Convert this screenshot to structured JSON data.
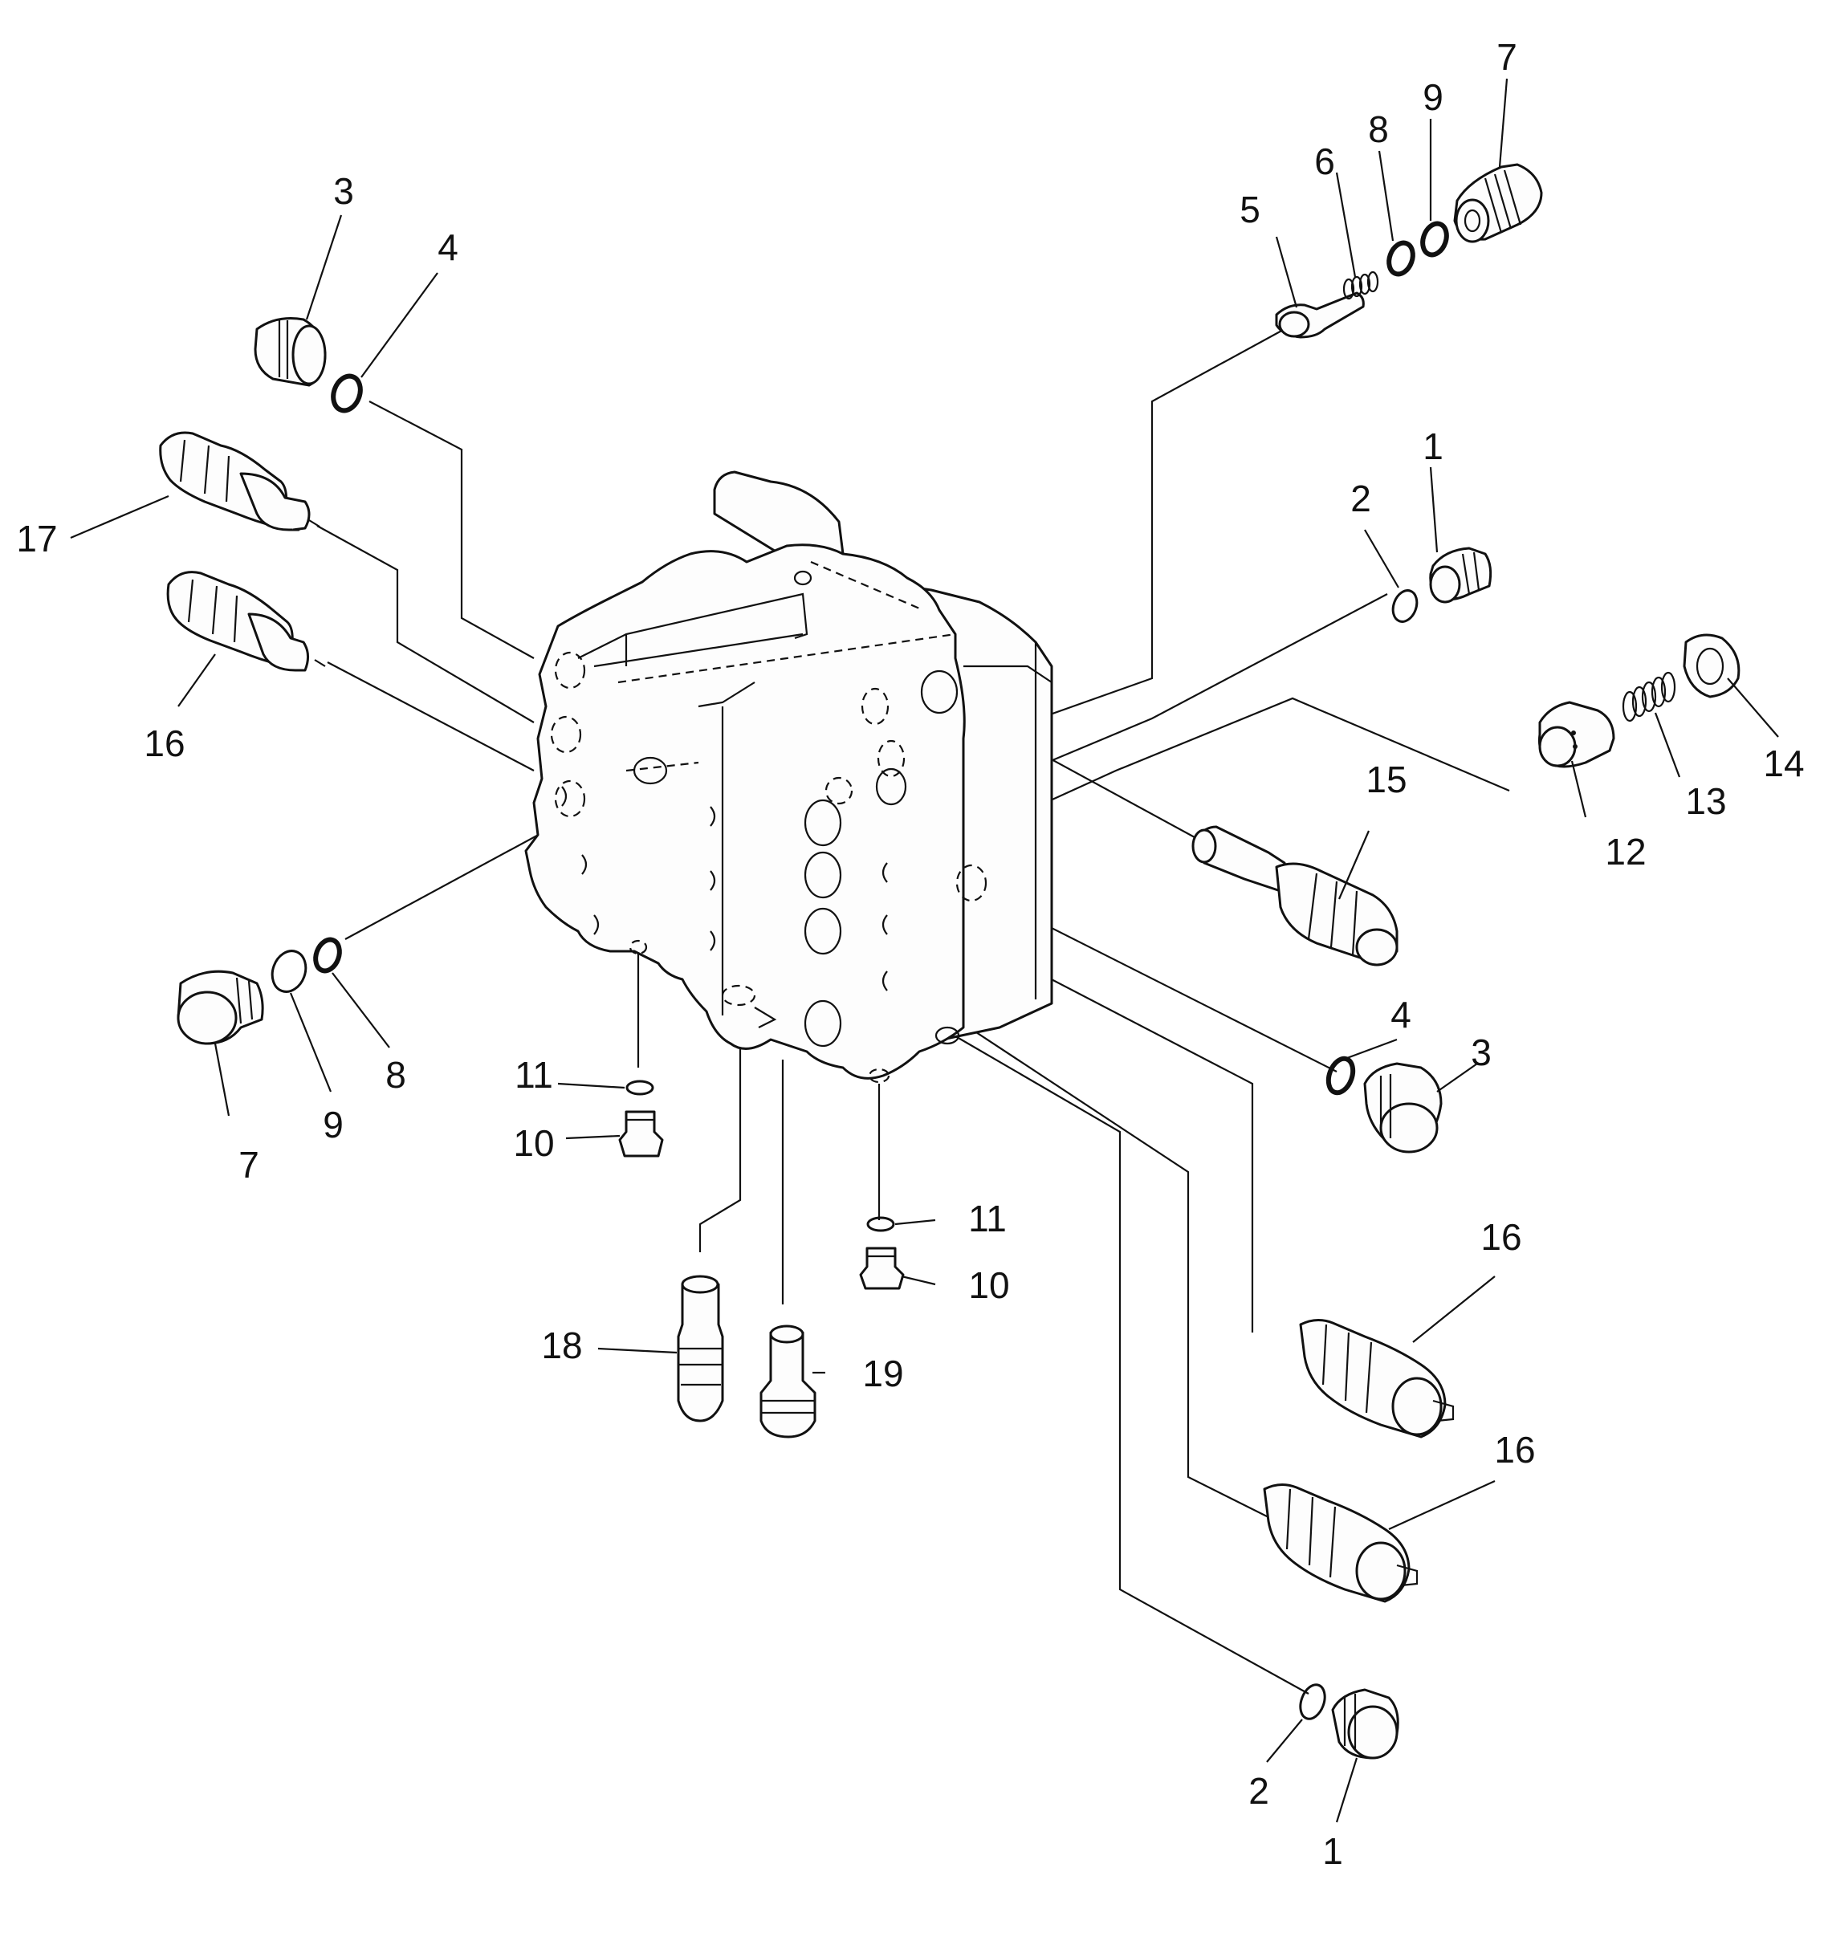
{
  "part_labels": {
    "l1a": "1",
    "l1b": "1",
    "l2a": "2",
    "l2b": "2",
    "l3a": "3",
    "l3b": "3",
    "l4a": "4",
    "l4b": "4",
    "l5": "5",
    "l6": "6",
    "l7a": "7",
    "l7b": "7",
    "l8a": "8",
    "l8b": "8",
    "l9a": "9",
    "l9b": "9",
    "l10a": "10",
    "l10b": "10",
    "l11a": "11",
    "l11b": "11",
    "l12": "12",
    "l13": "13",
    "l14": "14",
    "l15": "15",
    "l16a": "16",
    "l16b": "16",
    "l16c": "16",
    "l17": "17",
    "l18": "18",
    "l19": "19"
  }
}
